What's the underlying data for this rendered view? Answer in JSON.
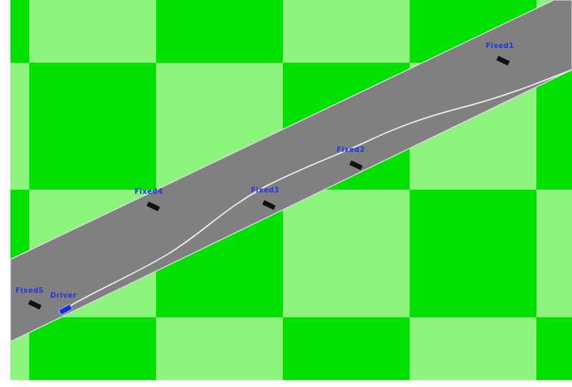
{
  "diagram": {
    "labels": [
      "Fixed1",
      "Fixed2",
      "Fixed3",
      "Fixed4",
      "Fixed5",
      "Driver"
    ]
  }
}
